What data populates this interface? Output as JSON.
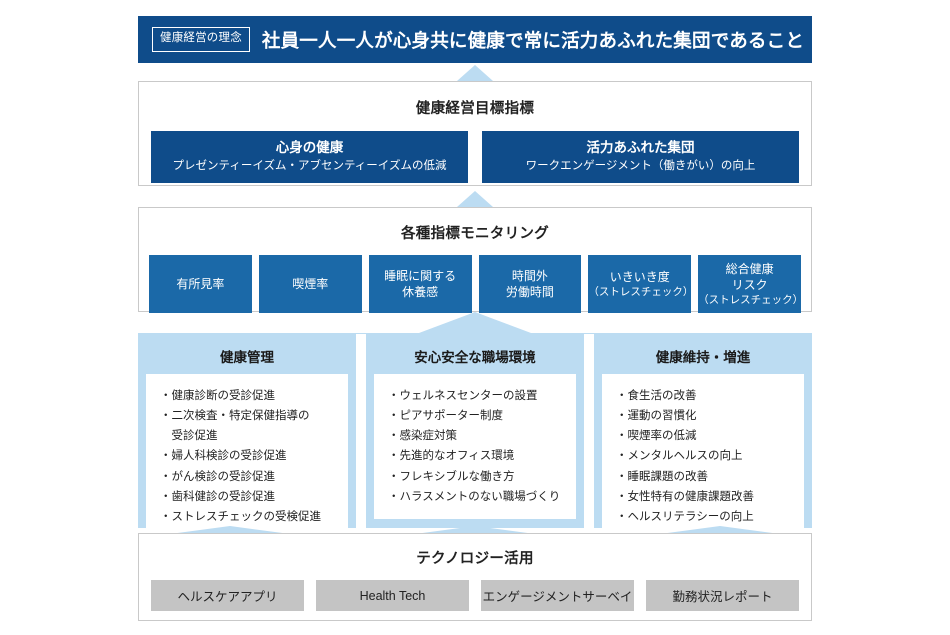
{
  "philosophy": {
    "tag": "健康経営の理念",
    "text": "社員一人一人が心身共に健康で常に活力あふれた集団であること"
  },
  "goal": {
    "title": "健康経営目標指標",
    "boxes": [
      {
        "title": "心身の健康",
        "sub": "プレゼンティーイズム・アブセンティーイズムの低減"
      },
      {
        "title": "活力あふれた集団",
        "sub": "ワークエンゲージメント（働きがい）の向上"
      }
    ]
  },
  "monitoring": {
    "title": "各種指標モニタリング",
    "boxes": [
      {
        "line1": "有所見率",
        "line2": "",
        "sub": ""
      },
      {
        "line1": "喫煙率",
        "line2": "",
        "sub": ""
      },
      {
        "line1": "睡眠に関する",
        "line2": "休養感",
        "sub": ""
      },
      {
        "line1": "時間外",
        "line2": "労働時間",
        "sub": ""
      },
      {
        "line1": "いきいき度",
        "line2": "",
        "sub": "（ストレスチェック）"
      },
      {
        "line1": "総合健康",
        "line2": "リスク",
        "sub": "（ストレスチェック）"
      }
    ]
  },
  "pillars": [
    {
      "title": "健康管理",
      "items": [
        "・健康診断の受診促進",
        "・二次検査・特定保健指導の",
        "　受診促進",
        "・婦人科検診の受診促進",
        "・がん検診の受診促進",
        "・歯科健診の受診促進",
        "・ストレスチェックの受検促進"
      ]
    },
    {
      "title": "安心安全な職場環境",
      "items": [
        "・ウェルネスセンターの設置",
        "・ピアサポーター制度",
        "・感染症対策",
        "・先進的なオフィス環境",
        "・フレキシブルな働き方",
        "・ハラスメントのない職場づくり"
      ]
    },
    {
      "title": "健康維持・増進",
      "items": [
        "・食生活の改善",
        "・運動の習慣化",
        "・喫煙率の低減",
        "・メンタルヘルスの向上",
        "・睡眠課題の改善",
        "・女性特有の健康課題改善",
        "・ヘルスリテラシーの向上"
      ]
    }
  ],
  "technology": {
    "title": "テクノロジー活用",
    "boxes": [
      "ヘルスケアアプリ",
      "Health Tech",
      "エンゲージメントサーベイ",
      "勤務状況レポート"
    ]
  },
  "colors": {
    "dark_blue": "#0f4c8a",
    "mid_blue": "#1b69a8",
    "light_blue": "#bcdcf2",
    "gray_box": "#c4c4c4",
    "frame_border": "#c9c9c9"
  }
}
